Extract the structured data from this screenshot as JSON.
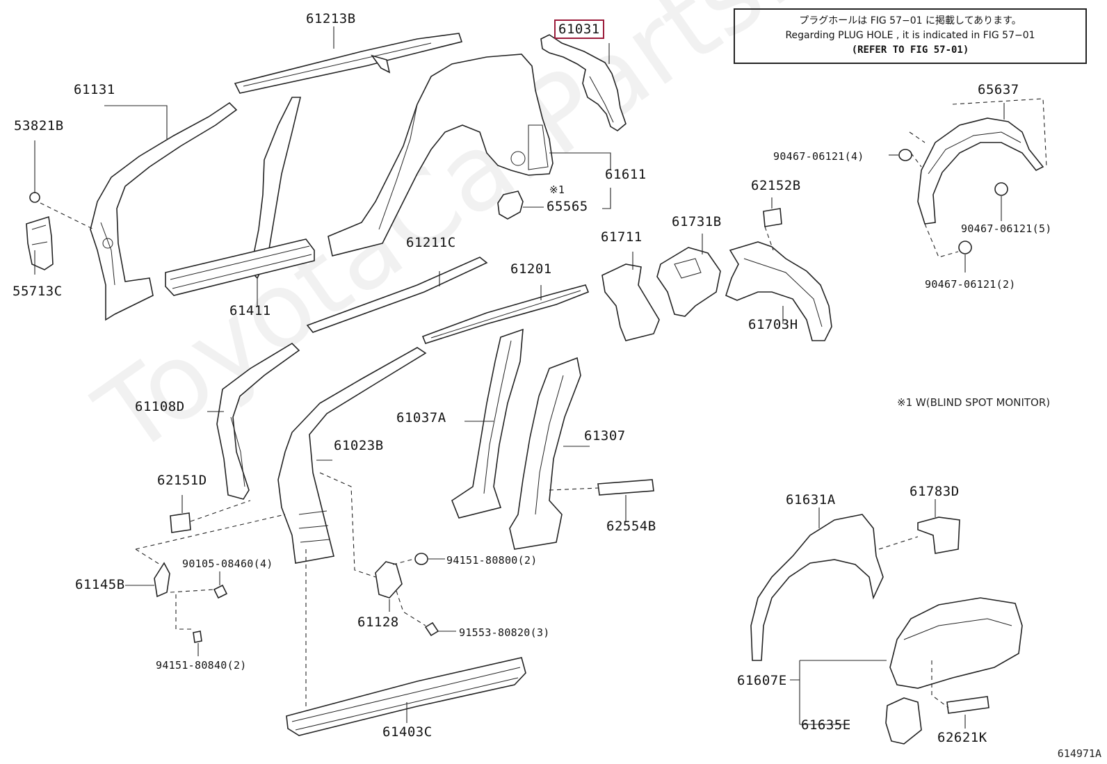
{
  "note": {
    "line1": "プラグホールは FIG 57−01 に掲載してあります。",
    "line2": "Regarding PLUG HOLE , it is indicated in FIG 57−01",
    "line3": "(REFER TO FIG 57-01)"
  },
  "footnote": "※1 W(BLIND SPOT MONITOR)",
  "figure_number": "614971A",
  "watermark": "ToyotaCarParts.ru",
  "labels": {
    "p61213B": "61213B",
    "p61031": "61031",
    "p61131": "61131",
    "p53821B": "53821B",
    "p55713C": "55713C",
    "p61411": "61411",
    "p61611": "61611",
    "mark1": "※1",
    "p65565": "65565",
    "p61211C": "61211C",
    "p61201": "61201",
    "p61711": "61711",
    "p61731B": "61731B",
    "p62152B": "62152B",
    "p61703H": "61703H",
    "p65637": "65637",
    "p90467_4": "90467-06121(4)",
    "p90467_5": "90467-06121(5)",
    "p90467_2": "90467-06121(2)",
    "p61108D": "61108D",
    "p61037A": "61037A",
    "p61307": "61307",
    "p61023B": "61023B",
    "p62151D": "62151D",
    "p62554B": "62554B",
    "p90105": "90105-08460(4)",
    "p61145B": "61145B",
    "p94151_80800": "94151-80800(2)",
    "p61128": "61128",
    "p91553": "91553-80820(3)",
    "p94151_80840": "94151-80840(2)",
    "p61403C": "61403C",
    "p61631A": "61631A",
    "p61783D": "61783D",
    "p61607E": "61607E",
    "p61635E": "61635E",
    "p62621K": "62621K"
  },
  "highlight_color": "#9b1b3a"
}
